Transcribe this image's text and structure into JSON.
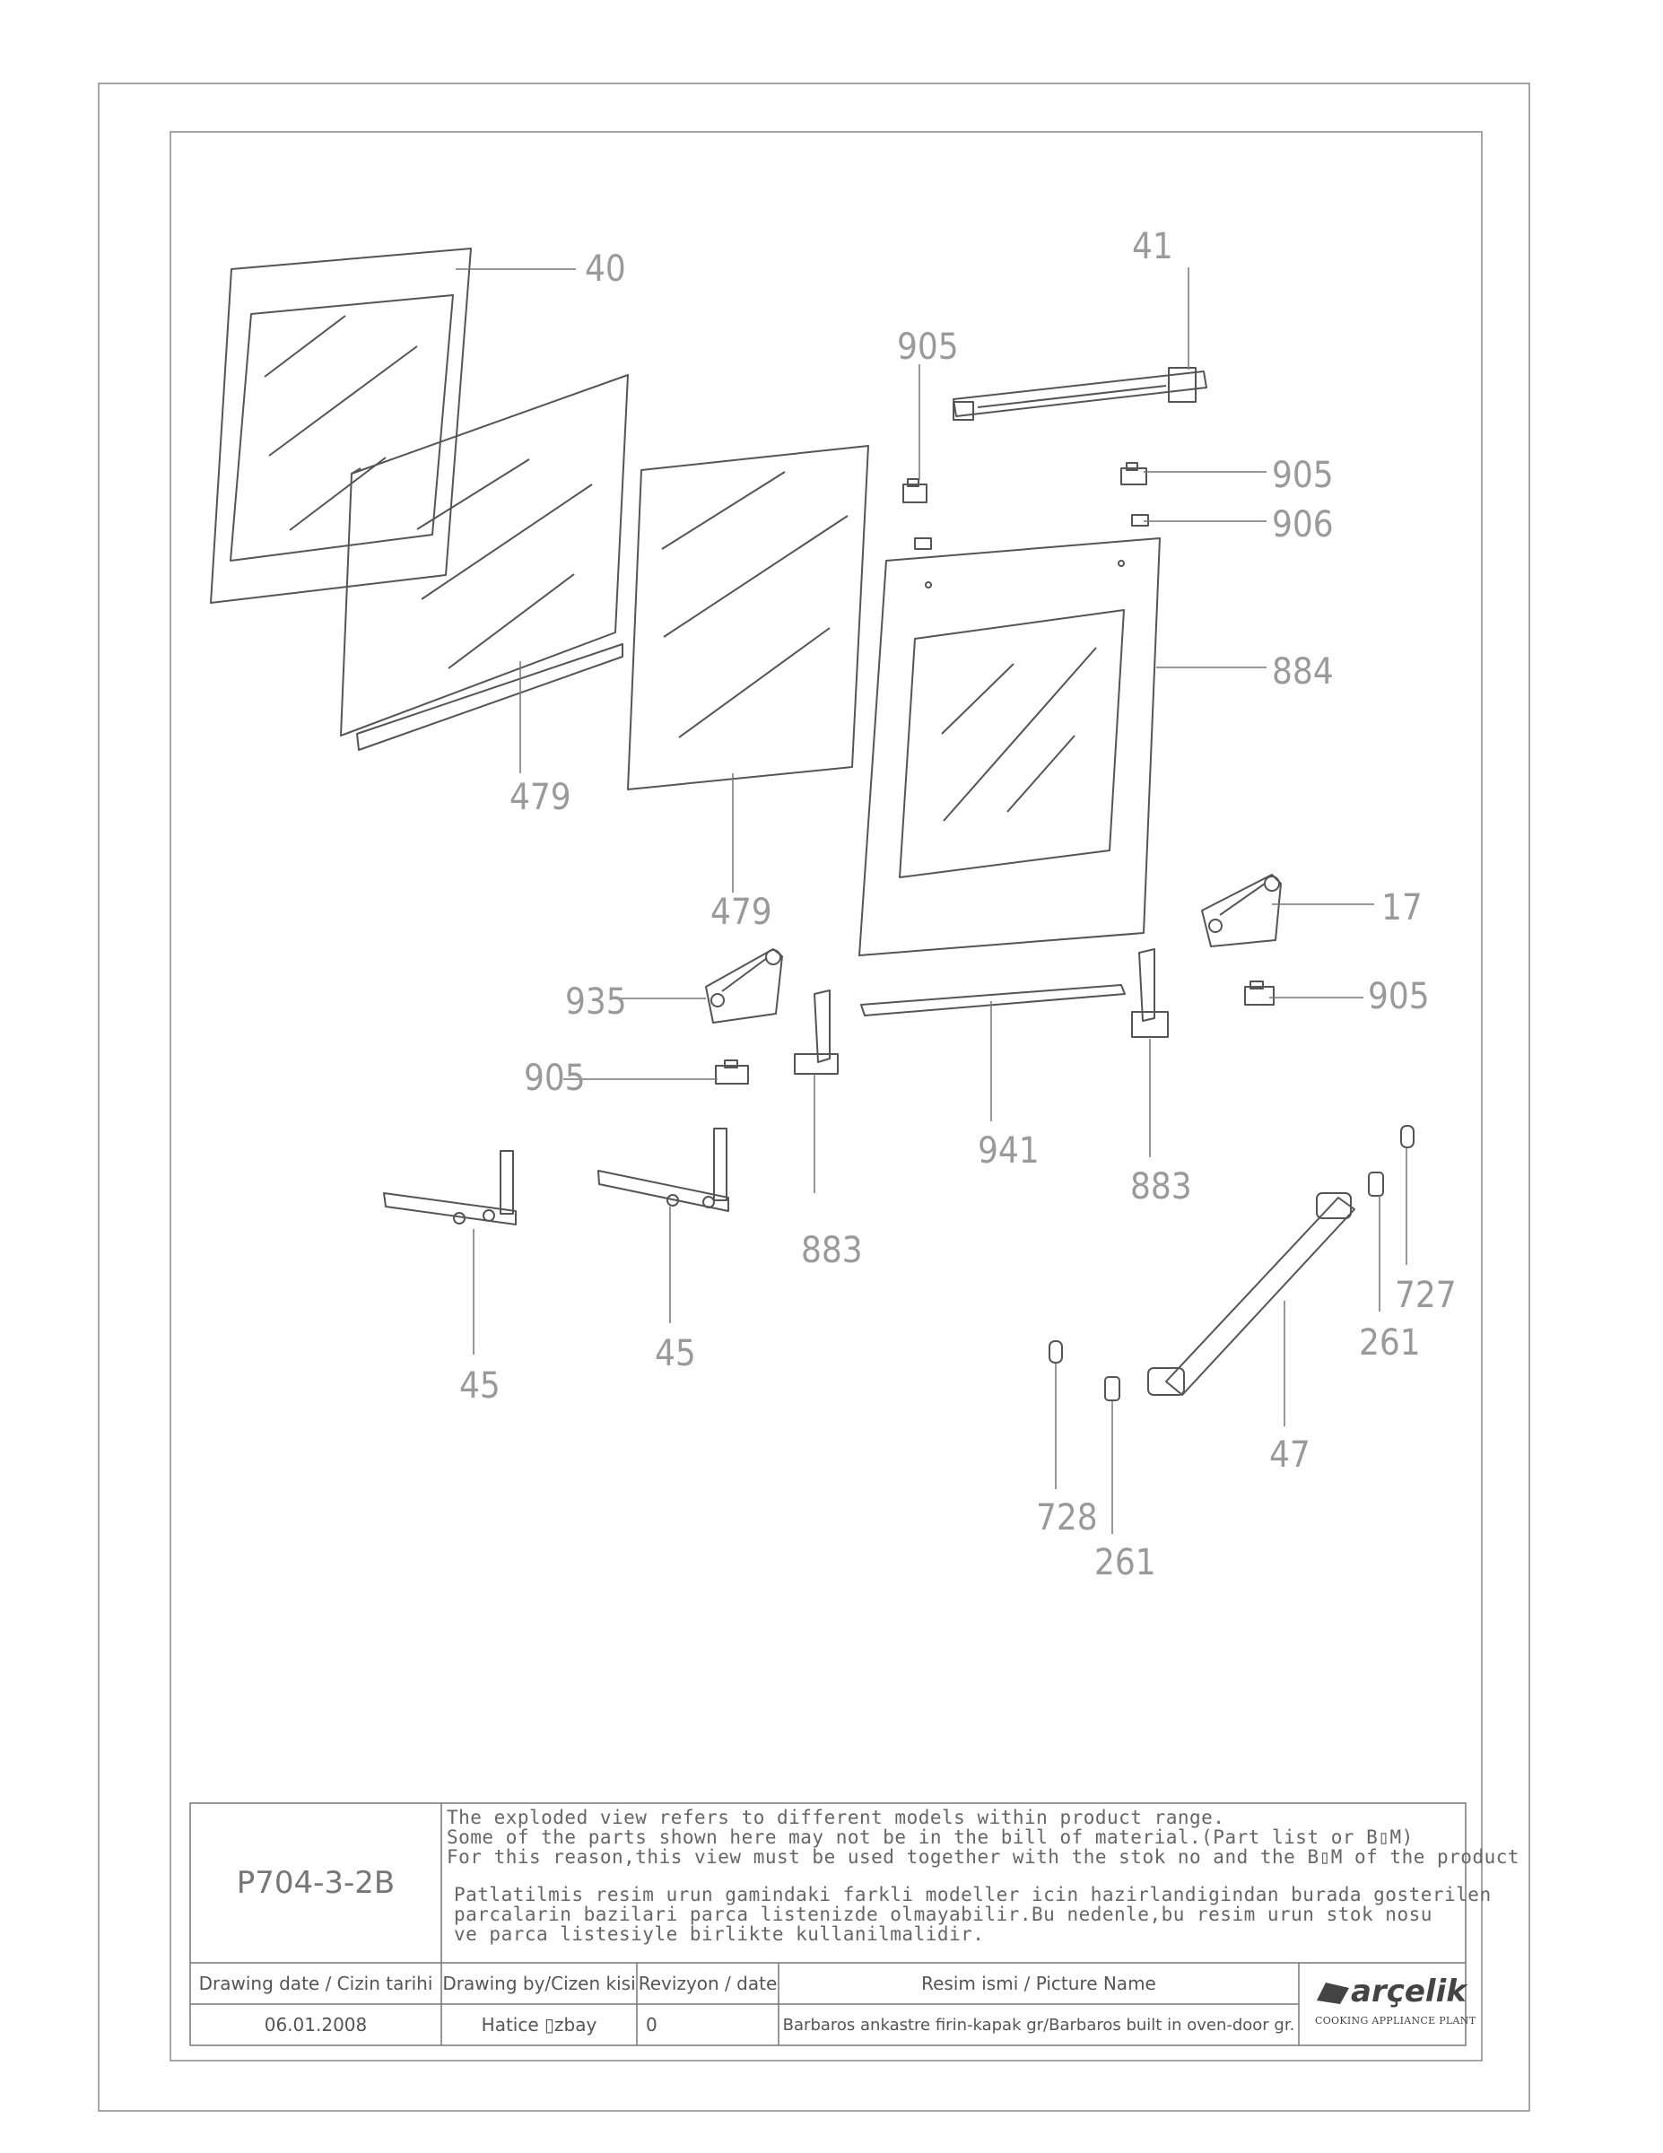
{
  "drawing": {
    "callouts": [
      {
        "id": "c40",
        "text": "40"
      },
      {
        "id": "c41",
        "text": "41"
      },
      {
        "id": "c905a",
        "text": "905"
      },
      {
        "id": "c905b",
        "text": "905"
      },
      {
        "id": "c906",
        "text": "906"
      },
      {
        "id": "c884",
        "text": "884"
      },
      {
        "id": "c479a",
        "text": "479"
      },
      {
        "id": "c479b",
        "text": "479"
      },
      {
        "id": "c17",
        "text": "17"
      },
      {
        "id": "c935",
        "text": "935"
      },
      {
        "id": "c905c",
        "text": "905"
      },
      {
        "id": "c905d",
        "text": "905"
      },
      {
        "id": "c941",
        "text": "941"
      },
      {
        "id": "c883a",
        "text": "883"
      },
      {
        "id": "c883b",
        "text": "883"
      },
      {
        "id": "c727",
        "text": "727"
      },
      {
        "id": "c261a",
        "text": "261"
      },
      {
        "id": "c45a",
        "text": "45"
      },
      {
        "id": "c45b",
        "text": "45"
      },
      {
        "id": "c47",
        "text": "47"
      },
      {
        "id": "c728",
        "text": "728"
      },
      {
        "id": "c261b",
        "text": "261"
      }
    ]
  },
  "title_block": {
    "drawing_code": "P704-3-2B",
    "note_en": [
      "The exploded view refers to different models within product range.",
      "Some of the parts shown here may not be in the bill of material.(Part list or B▯M)",
      "For this reason,this view must be used together with the stok no and the B▯M of the product"
    ],
    "note_tr": [
      "Patlatilmis resim urun gamindaki farkli modeller icin hazirlandigindan burada gosterilen",
      "parcalarin bazilari parca listenizde olmayabilir.Bu nedenle,bu resim urun stok nosu",
      "ve parca listesiyle birlikte kullanilmalidir."
    ],
    "headers": {
      "date": "Drawing date / Cizin tarihi",
      "by": "Drawing by/Cizen kisi",
      "rev": "Revizyon / date",
      "name": "Resim ismi / Picture Name"
    },
    "values": {
      "date": "06.01.2008",
      "by": "Hatice ▯zbay",
      "rev": "0",
      "name": "Barbaros ankastre firin-kapak gr/Barbaros built in oven-door gr."
    },
    "logo": {
      "brand": "arçelik",
      "subtitle": "COOKING APPLIANCE PLANT"
    }
  }
}
